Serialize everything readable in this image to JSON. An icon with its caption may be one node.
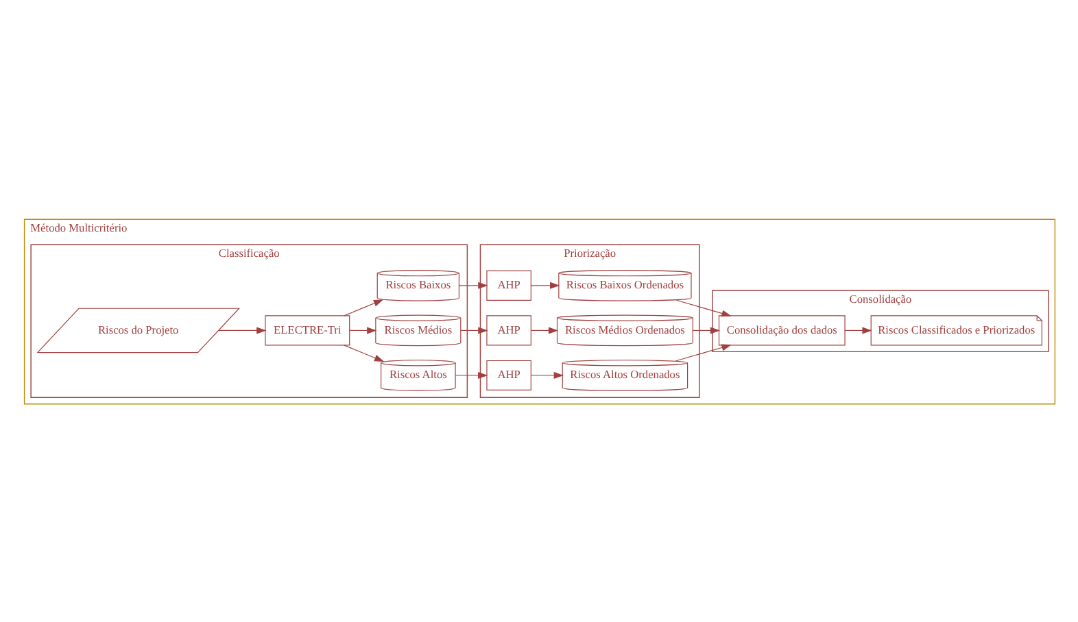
{
  "diagram": {
    "nodes": [
      {
        "text": [
          "Método Multicritério"
        ]
      },
      {
        "text": [
          "Classificação"
        ],
        "in": 0
      },
      {
        "text": [
          "Priorização"
        ],
        "in": 0
      },
      {
        "text": [
          "Consolidação"
        ],
        "in": 0
      },
      {
        "text": [
          "Riscos do Projeto"
        ],
        "in": 1
      },
      {
        "text": [
          "ELECTRE-Tri"
        ],
        "in": 1
      },
      {
        "text": [
          "Riscos Altos"
        ],
        "in": 1
      },
      {
        "text": [
          "Riscos Médios"
        ],
        "in": 1
      },
      {
        "text": [
          "Riscos Baixos"
        ],
        "in": 1
      },
      {
        "text": [
          "AHP"
        ],
        "in": 2
      },
      {
        "text": [
          "AHP"
        ],
        "in": 2
      },
      {
        "text": [
          "AHP"
        ],
        "in": 2
      },
      {
        "text": [
          "Riscos Altos Ordenados"
        ],
        "in": 2
      },
      {
        "text": [
          "Riscos Médios Ordenados"
        ],
        "in": 2
      },
      {
        "text": [
          "Riscos Baixos Ordenados"
        ],
        "in": 2
      },
      {
        "text": [
          "Consolidação dos dados"
        ],
        "in": 3
      },
      {
        "text": [
          "Riscos Classificados e Priorizados"
        ],
        "in": 3
      }
    ],
    "edges": [
      {
        "from": 4,
        "to": 5,
        "arrow": "to"
      },
      {
        "from": 5,
        "to": 6,
        "arrow": "to"
      },
      {
        "from": 5,
        "to": 7,
        "arrow": "to"
      },
      {
        "from": 5,
        "to": 8,
        "arrow": "to"
      },
      {
        "from": 6,
        "to": 9,
        "arrow": "to"
      },
      {
        "from": 7,
        "to": 10,
        "arrow": "to"
      },
      {
        "from": 8,
        "to": 11,
        "arrow": "to"
      },
      {
        "from": 9,
        "to": 12,
        "arrow": "to"
      },
      {
        "from": 10,
        "to": 13,
        "arrow": "to"
      },
      {
        "from": 11,
        "to": 14,
        "arrow": "to"
      },
      {
        "from": 12,
        "to": 15,
        "arrow": "to"
      },
      {
        "from": 13,
        "to": 15,
        "arrow": "to"
      },
      {
        "from": 14,
        "to": 15,
        "arrow": "to"
      },
      {
        "from": 15,
        "to": 16,
        "arrow": "to"
      }
    ]
  }
}
